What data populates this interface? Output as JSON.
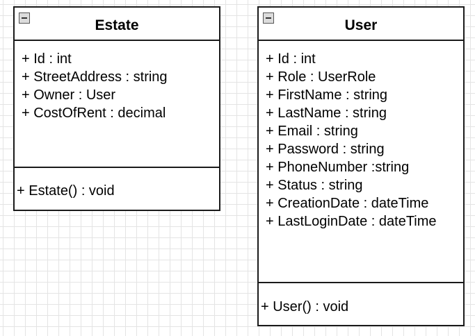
{
  "classes": {
    "estate": {
      "name": "Estate",
      "attributes": [
        "+ Id : int",
        "+ StreetAddress : string",
        "+ Owner : User",
        "+ CostOfRent : decimal"
      ],
      "methods": [
        "+ Estate() : void"
      ]
    },
    "user": {
      "name": "User",
      "attributes": [
        "+ Id : int",
        "+ Role : UserRole",
        "+ FirstName : string",
        "+ LastName : string",
        "+ Email : string",
        "+ Password : string",
        "+ PhoneNumber :string",
        "+ Status : string",
        "+ CreationDate : dateTime",
        "+ LastLoginDate : dateTime"
      ],
      "methods": [
        "+ User() : void"
      ]
    }
  },
  "colors": {
    "border": "#1a1a1a",
    "grid": "#e4e4e4",
    "background": "#ffffff"
  },
  "icons": {
    "collapse": "minus-square-icon"
  }
}
